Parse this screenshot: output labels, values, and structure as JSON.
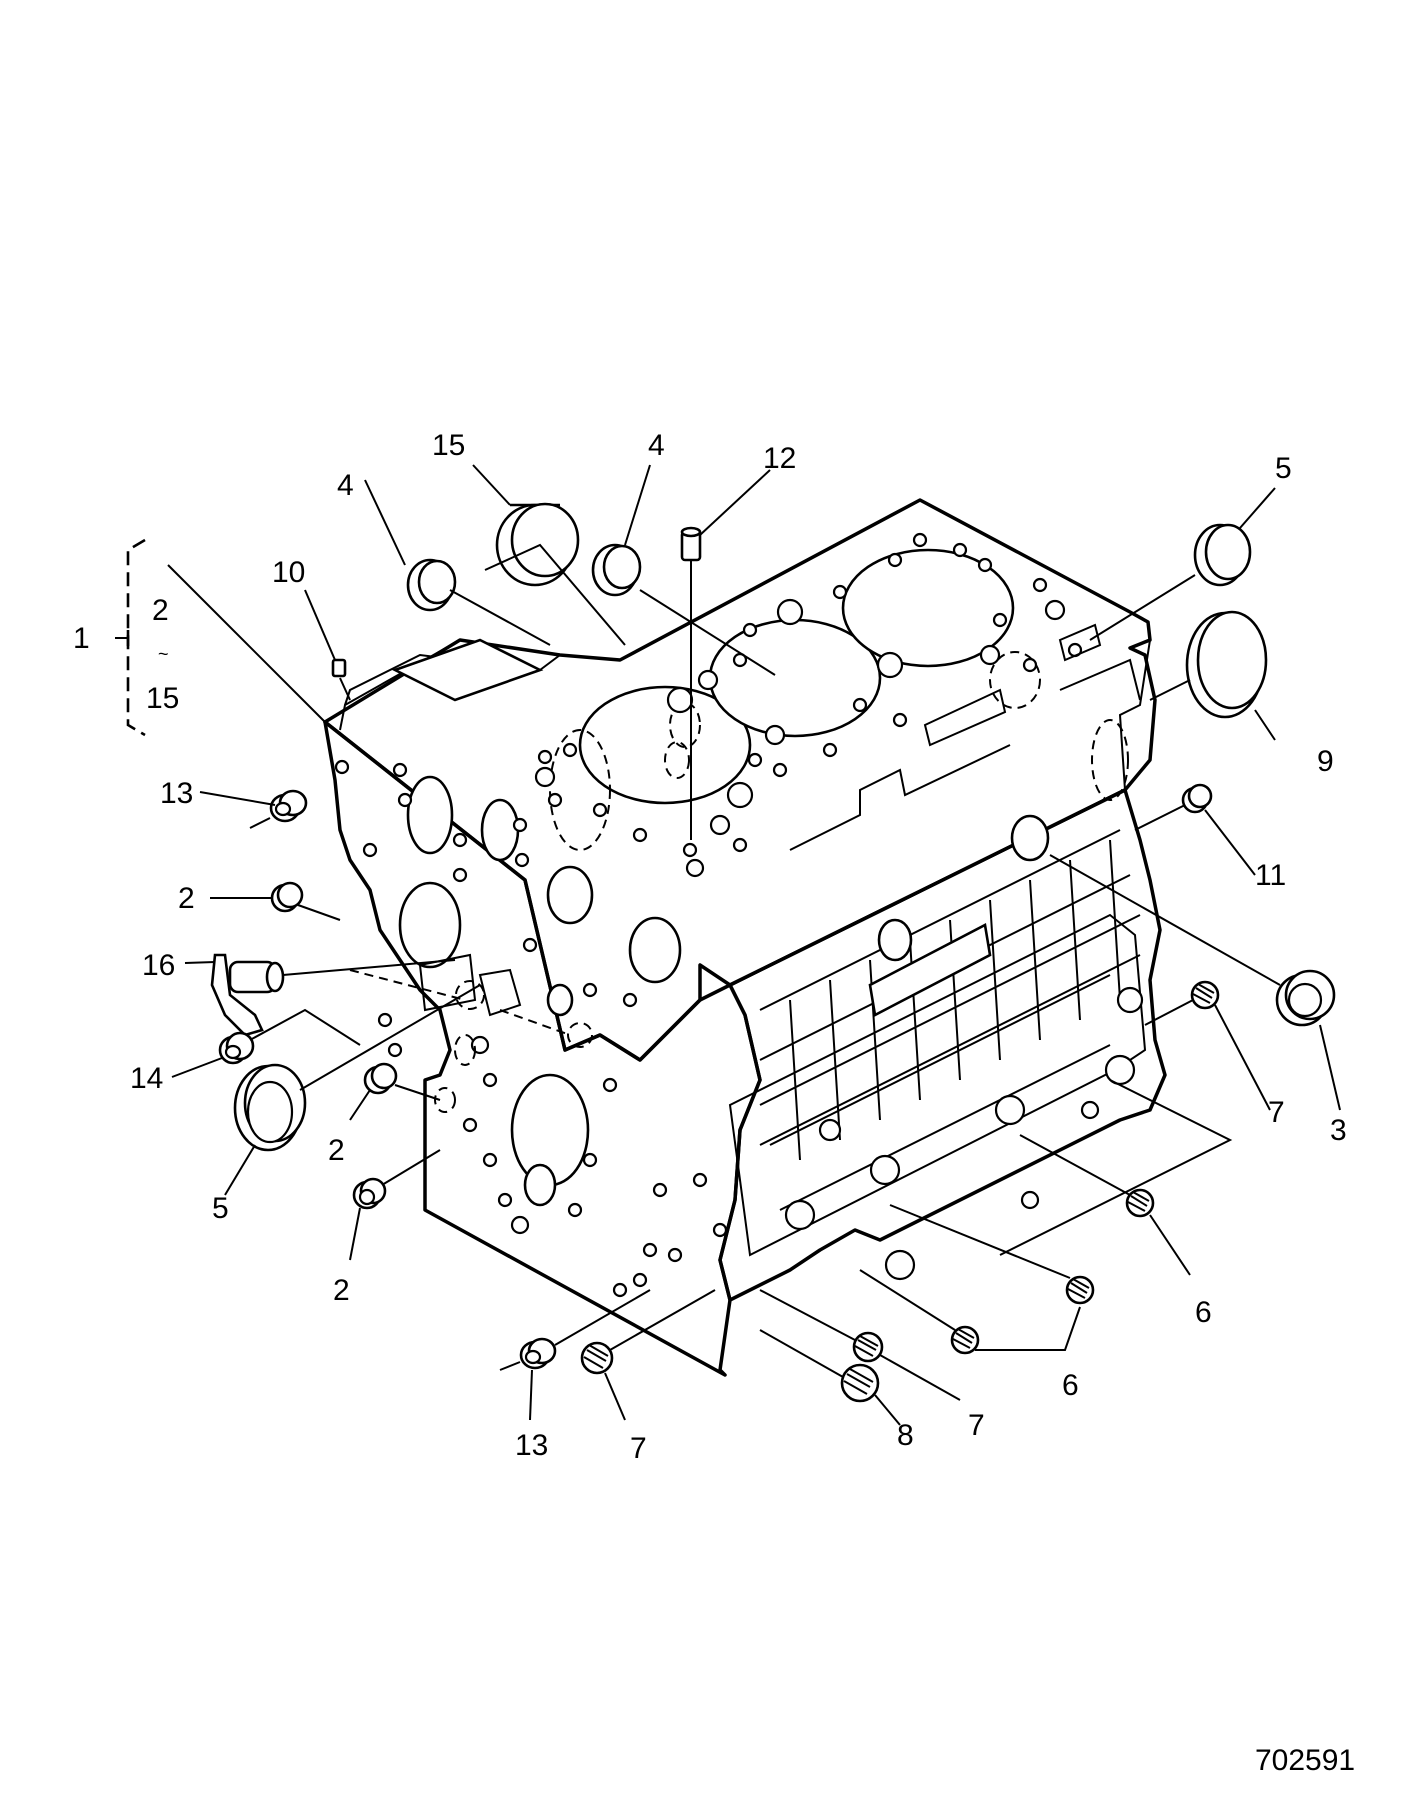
{
  "drawing_number": "702591",
  "group_bracket": {
    "assembly_callout": "1",
    "range_start": "2",
    "range_symbol": "~",
    "range_end": "15"
  },
  "callouts": [
    {
      "id": "c15-top",
      "label": "15"
    },
    {
      "id": "c4-top-mid",
      "label": "4"
    },
    {
      "id": "c12",
      "label": "12"
    },
    {
      "id": "c5-top-right",
      "label": "5"
    },
    {
      "id": "c4-top-left",
      "label": "4"
    },
    {
      "id": "c10",
      "label": "10"
    },
    {
      "id": "c9",
      "label": "9"
    },
    {
      "id": "c13-left",
      "label": "13"
    },
    {
      "id": "c11",
      "label": "11"
    },
    {
      "id": "c2-left",
      "label": "2"
    },
    {
      "id": "c16",
      "label": "16"
    },
    {
      "id": "c14",
      "label": "14"
    },
    {
      "id": "c7-right",
      "label": "7"
    },
    {
      "id": "c3",
      "label": "3"
    },
    {
      "id": "c2-mid",
      "label": "2"
    },
    {
      "id": "c5-left",
      "label": "5"
    },
    {
      "id": "c2-bottom",
      "label": "2"
    },
    {
      "id": "c6-right",
      "label": "6"
    },
    {
      "id": "c6-bottom",
      "label": "6"
    },
    {
      "id": "c13-bottom",
      "label": "13"
    },
    {
      "id": "c7-bottom-left",
      "label": "7"
    },
    {
      "id": "c8",
      "label": "8"
    },
    {
      "id": "c7-bottom-mid",
      "label": "7"
    }
  ]
}
